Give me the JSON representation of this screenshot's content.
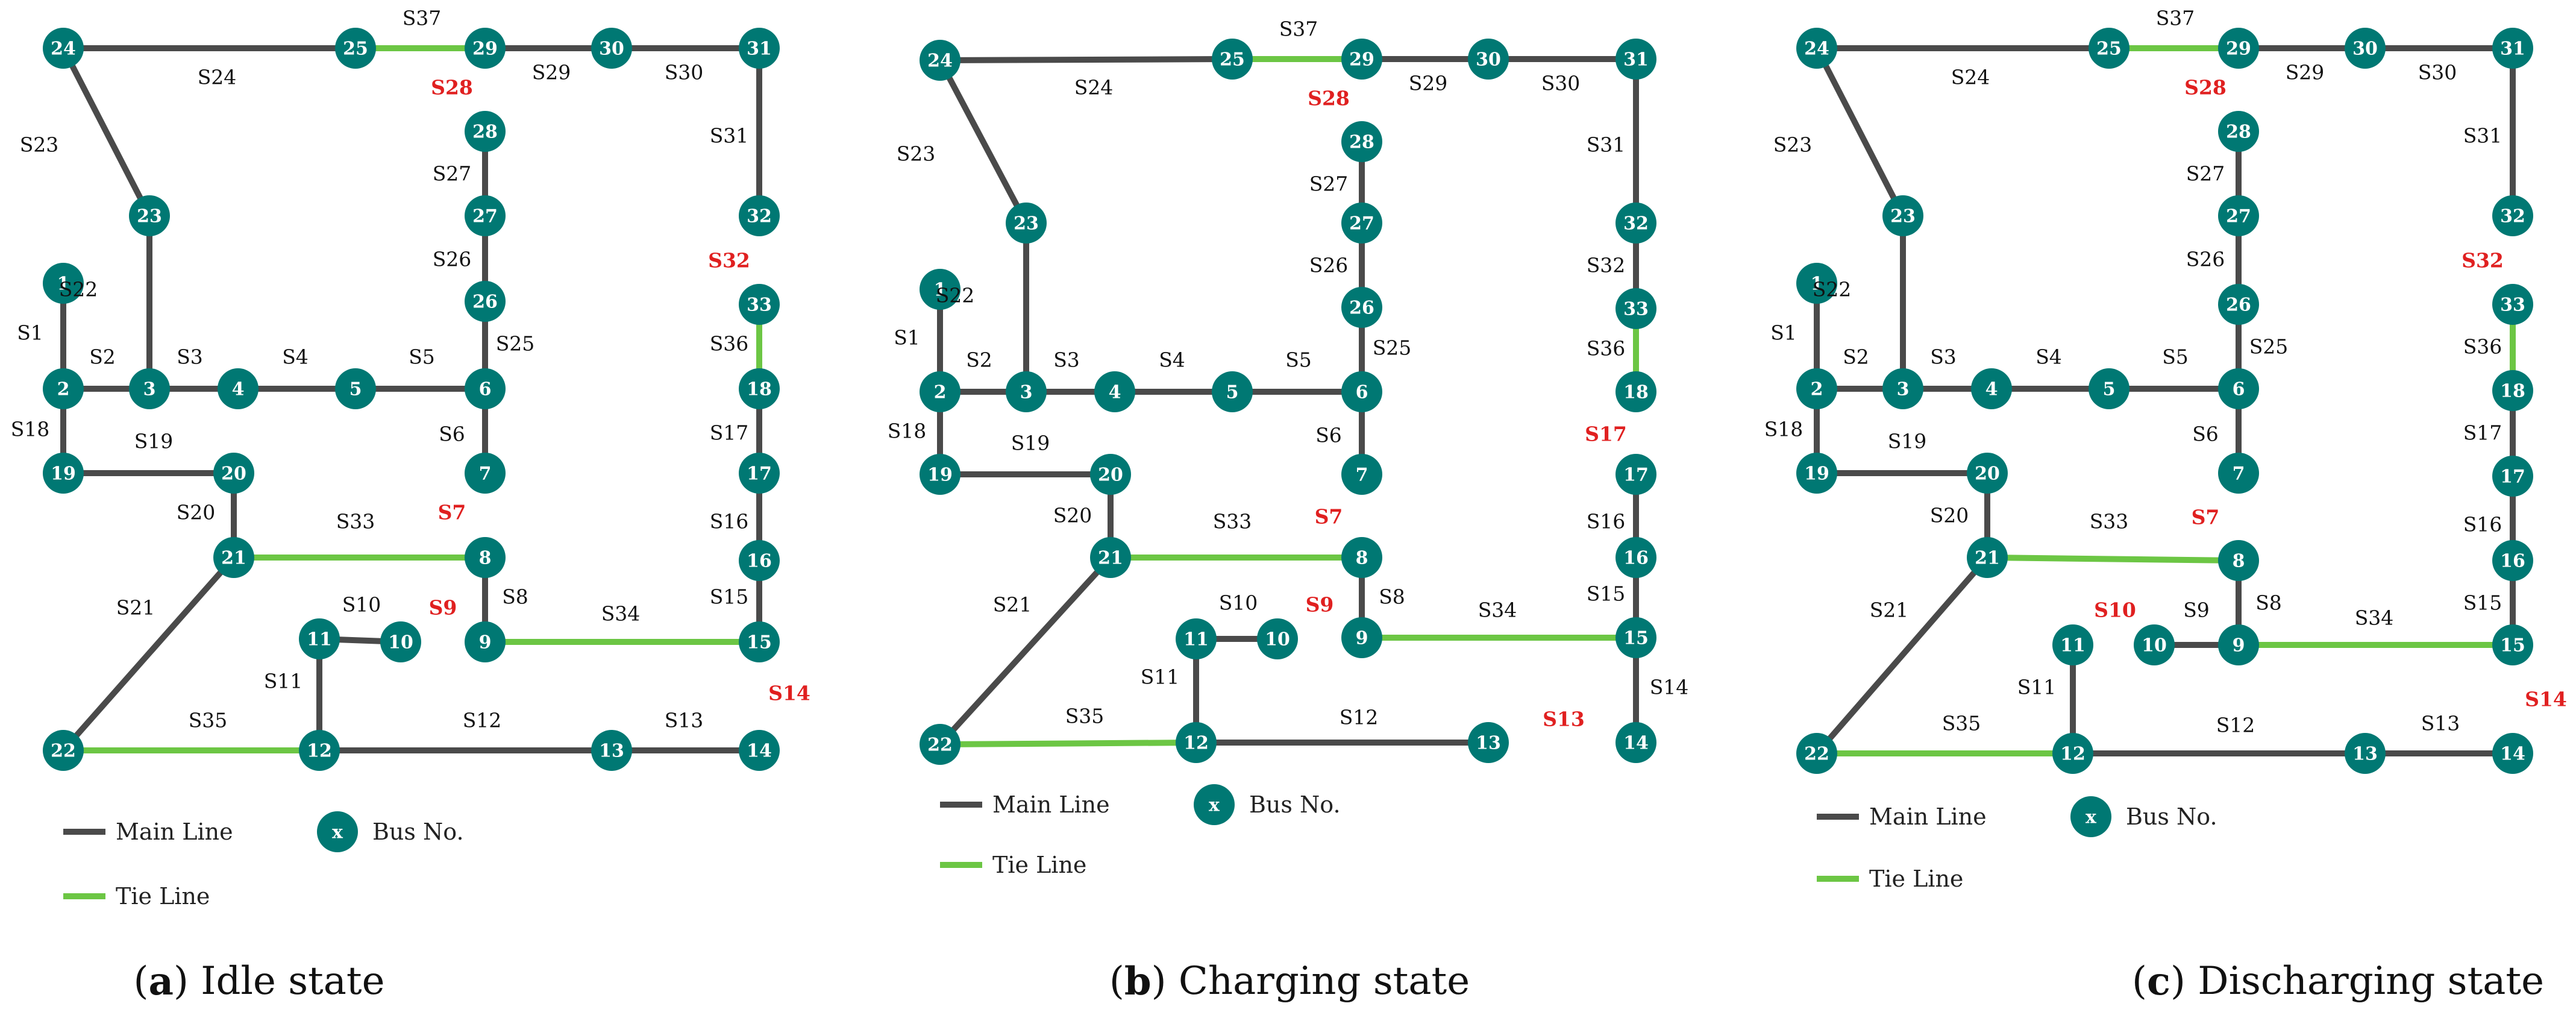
{
  "colors": {
    "main_line": "#4a4a4a",
    "tie_line": "#6cc644",
    "bus": "#007873",
    "open_switch_label": "#e02020",
    "switch_label": "#111111"
  },
  "legend": {
    "main_line_label": "Main Line",
    "tie_line_label": "Tie Line",
    "bus_symbol": "x",
    "bus_label": "Bus No."
  },
  "panels": [
    {
      "caption_letter": "a",
      "caption_text": "Idle state",
      "main_edges": [
        [
          24,
          25
        ],
        [
          29,
          30
        ],
        [
          30,
          31
        ],
        [
          31,
          32
        ],
        [
          24,
          23
        ],
        [
          23,
          3
        ],
        [
          1,
          2
        ],
        [
          2,
          3
        ],
        [
          3,
          4
        ],
        [
          4,
          5
        ],
        [
          5,
          6
        ],
        [
          6,
          7
        ],
        [
          6,
          26
        ],
        [
          26,
          27
        ],
        [
          27,
          28
        ],
        [
          2,
          19
        ],
        [
          19,
          20
        ],
        [
          20,
          21
        ],
        [
          21,
          22
        ],
        [
          11,
          10
        ],
        [
          11,
          12
        ],
        [
          12,
          13
        ],
        [
          13,
          14
        ],
        [
          8,
          9
        ],
        [
          33,
          18
        ],
        [
          18,
          17
        ],
        [
          17,
          16
        ],
        [
          16,
          15
        ]
      ],
      "tie_edges": [
        [
          25,
          29
        ],
        [
          21,
          8
        ],
        [
          9,
          15
        ],
        [
          22,
          12
        ],
        [
          33,
          18
        ]
      ],
      "switch_labels": [
        {
          "text": "S37",
          "open": false
        },
        {
          "text": "S24",
          "open": false
        },
        {
          "text": "S29",
          "open": false
        },
        {
          "text": "S30",
          "open": false
        },
        {
          "text": "S28",
          "open": true
        },
        {
          "text": "S23",
          "open": false
        },
        {
          "text": "S27",
          "open": false
        },
        {
          "text": "S31",
          "open": false
        },
        {
          "text": "S26",
          "open": false
        },
        {
          "text": "S32",
          "open": true
        },
        {
          "text": "S22",
          "open": false
        },
        {
          "text": "S1",
          "open": false
        },
        {
          "text": "S25",
          "open": false
        },
        {
          "text": "S36",
          "open": false
        },
        {
          "text": "S2",
          "open": false
        },
        {
          "text": "S3",
          "open": false
        },
        {
          "text": "S4",
          "open": false
        },
        {
          "text": "S5",
          "open": false
        },
        {
          "text": "S18",
          "open": false
        },
        {
          "text": "S19",
          "open": false
        },
        {
          "text": "S6",
          "open": false
        },
        {
          "text": "S17",
          "open": false
        },
        {
          "text": "S20",
          "open": false
        },
        {
          "text": "S33",
          "open": false
        },
        {
          "text": "S7",
          "open": true
        },
        {
          "text": "S16",
          "open": false
        },
        {
          "text": "S21",
          "open": false
        },
        {
          "text": "S10",
          "open": false
        },
        {
          "text": "S9",
          "open": true
        },
        {
          "text": "S8",
          "open": false
        },
        {
          "text": "S34",
          "open": false
        },
        {
          "text": "S15",
          "open": false
        },
        {
          "text": "S11",
          "open": false
        },
        {
          "text": "S14",
          "open": true
        },
        {
          "text": "S35",
          "open": false
        },
        {
          "text": "S12",
          "open": false
        },
        {
          "text": "S13",
          "open": false
        }
      ]
    },
    {
      "caption_letter": "b",
      "caption_text": "Charging state",
      "main_edges": [
        [
          24,
          25
        ],
        [
          29,
          30
        ],
        [
          30,
          31
        ],
        [
          31,
          32
        ],
        [
          32,
          33
        ],
        [
          24,
          23
        ],
        [
          23,
          3
        ],
        [
          1,
          2
        ],
        [
          2,
          3
        ],
        [
          3,
          4
        ],
        [
          4,
          5
        ],
        [
          5,
          6
        ],
        [
          6,
          7
        ],
        [
          6,
          26
        ],
        [
          26,
          27
        ],
        [
          27,
          28
        ],
        [
          2,
          19
        ],
        [
          19,
          20
        ],
        [
          20,
          21
        ],
        [
          21,
          22
        ],
        [
          11,
          10
        ],
        [
          11,
          12
        ],
        [
          12,
          13
        ],
        [
          8,
          9
        ],
        [
          17,
          16
        ],
        [
          16,
          15
        ],
        [
          15,
          14
        ]
      ],
      "tie_edges": [
        [
          25,
          29
        ],
        [
          21,
          8
        ],
        [
          9,
          15
        ],
        [
          22,
          12
        ],
        [
          33,
          18
        ]
      ],
      "switch_labels": [
        {
          "text": "S37",
          "open": false
        },
        {
          "text": "S24",
          "open": false
        },
        {
          "text": "S29",
          "open": false
        },
        {
          "text": "S30",
          "open": false
        },
        {
          "text": "S28",
          "open": true
        },
        {
          "text": "S23",
          "open": false
        },
        {
          "text": "S27",
          "open": false
        },
        {
          "text": "S31",
          "open": false
        },
        {
          "text": "S26",
          "open": false
        },
        {
          "text": "S32",
          "open": false
        },
        {
          "text": "S22",
          "open": false
        },
        {
          "text": "S1",
          "open": false
        },
        {
          "text": "S25",
          "open": false
        },
        {
          "text": "S36",
          "open": false
        },
        {
          "text": "S2",
          "open": false
        },
        {
          "text": "S3",
          "open": false
        },
        {
          "text": "S4",
          "open": false
        },
        {
          "text": "S5",
          "open": false
        },
        {
          "text": "S18",
          "open": false
        },
        {
          "text": "S19",
          "open": false
        },
        {
          "text": "S6",
          "open": false
        },
        {
          "text": "S17",
          "open": true
        },
        {
          "text": "S20",
          "open": false
        },
        {
          "text": "S33",
          "open": false
        },
        {
          "text": "S7",
          "open": true
        },
        {
          "text": "S16",
          "open": false
        },
        {
          "text": "S21",
          "open": false
        },
        {
          "text": "S10",
          "open": false
        },
        {
          "text": "S9",
          "open": true
        },
        {
          "text": "S8",
          "open": false
        },
        {
          "text": "S34",
          "open": false
        },
        {
          "text": "S15",
          "open": false
        },
        {
          "text": "S11",
          "open": false
        },
        {
          "text": "S14",
          "open": false
        },
        {
          "text": "S35",
          "open": false
        },
        {
          "text": "S12",
          "open": false
        },
        {
          "text": "S13",
          "open": true
        }
      ]
    },
    {
      "caption_letter": "c",
      "caption_text": "Discharging state",
      "main_edges": [
        [
          24,
          25
        ],
        [
          29,
          30
        ],
        [
          30,
          31
        ],
        [
          31,
          32
        ],
        [
          24,
          23
        ],
        [
          23,
          3
        ],
        [
          1,
          2
        ],
        [
          2,
          3
        ],
        [
          3,
          4
        ],
        [
          4,
          5
        ],
        [
          5,
          6
        ],
        [
          6,
          7
        ],
        [
          6,
          26
        ],
        [
          26,
          27
        ],
        [
          27,
          28
        ],
        [
          2,
          19
        ],
        [
          19,
          20
        ],
        [
          20,
          21
        ],
        [
          21,
          22
        ],
        [
          10,
          9
        ],
        [
          11,
          12
        ],
        [
          12,
          13
        ],
        [
          13,
          14
        ],
        [
          8,
          9
        ],
        [
          18,
          17
        ],
        [
          17,
          16
        ],
        [
          16,
          15
        ]
      ],
      "tie_edges": [
        [
          25,
          29
        ],
        [
          21,
          8
        ],
        [
          9,
          15
        ],
        [
          22,
          12
        ],
        [
          33,
          18
        ]
      ],
      "switch_labels": [
        {
          "text": "S37",
          "open": false
        },
        {
          "text": "S24",
          "open": false
        },
        {
          "text": "S29",
          "open": false
        },
        {
          "text": "S30",
          "open": false
        },
        {
          "text": "S28",
          "open": true
        },
        {
          "text": "S23",
          "open": false
        },
        {
          "text": "S27",
          "open": false
        },
        {
          "text": "S31",
          "open": false
        },
        {
          "text": "S26",
          "open": false
        },
        {
          "text": "S32",
          "open": true
        },
        {
          "text": "S22",
          "open": false
        },
        {
          "text": "S1",
          "open": false
        },
        {
          "text": "S25",
          "open": false
        },
        {
          "text": "S36",
          "open": false
        },
        {
          "text": "S2",
          "open": false
        },
        {
          "text": "S3",
          "open": false
        },
        {
          "text": "S4",
          "open": false
        },
        {
          "text": "S5",
          "open": false
        },
        {
          "text": "S18",
          "open": false
        },
        {
          "text": "S19",
          "open": false
        },
        {
          "text": "S6",
          "open": false
        },
        {
          "text": "S17",
          "open": false
        },
        {
          "text": "S20",
          "open": false
        },
        {
          "text": "S33",
          "open": false
        },
        {
          "text": "S7",
          "open": true
        },
        {
          "text": "S16",
          "open": false
        },
        {
          "text": "S21",
          "open": false
        },
        {
          "text": "S10",
          "open": true
        },
        {
          "text": "S9",
          "open": false
        },
        {
          "text": "S8",
          "open": false
        },
        {
          "text": "S34",
          "open": false
        },
        {
          "text": "S15",
          "open": false
        },
        {
          "text": "S11",
          "open": false
        },
        {
          "text": "S14",
          "open": true
        },
        {
          "text": "S35",
          "open": false
        },
        {
          "text": "S12",
          "open": false
        },
        {
          "text": "S13",
          "open": false
        }
      ]
    }
  ]
}
